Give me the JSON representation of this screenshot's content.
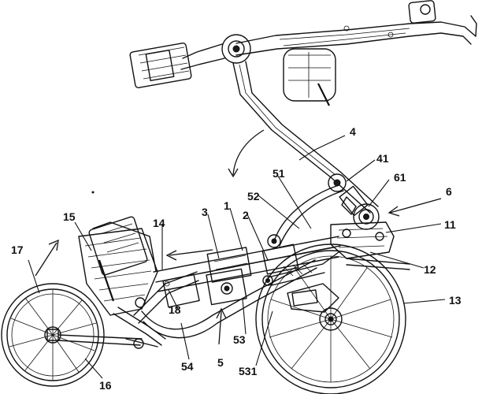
{
  "callouts": [
    {
      "id": "c1",
      "text": "1"
    },
    {
      "id": "c2",
      "text": "2"
    },
    {
      "id": "c3",
      "text": "3"
    },
    {
      "id": "c4",
      "text": "4"
    },
    {
      "id": "c5",
      "text": "5"
    },
    {
      "id": "c6",
      "text": "6"
    },
    {
      "id": "c11",
      "text": "11"
    },
    {
      "id": "c12",
      "text": "12"
    },
    {
      "id": "c13",
      "text": "13"
    },
    {
      "id": "c14",
      "text": "14"
    },
    {
      "id": "c15",
      "text": "15"
    },
    {
      "id": "c16",
      "text": "16"
    },
    {
      "id": "c17",
      "text": "17"
    },
    {
      "id": "c18",
      "text": "18"
    },
    {
      "id": "c41",
      "text": "41"
    },
    {
      "id": "c51",
      "text": "51"
    },
    {
      "id": "c52",
      "text": "52"
    },
    {
      "id": "c53",
      "text": "53"
    },
    {
      "id": "c54",
      "text": "54"
    },
    {
      "id": "c61",
      "text": "61"
    },
    {
      "id": "c531",
      "text": "531"
    }
  ]
}
